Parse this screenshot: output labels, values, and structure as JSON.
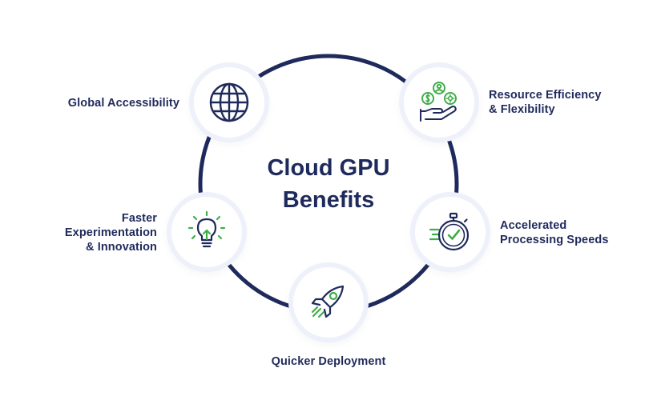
{
  "title": {
    "line1": "Cloud GPU",
    "line2": "Benefits"
  },
  "benefits": [
    {
      "icon": "globe-icon",
      "lines": [
        "Global Accessibility"
      ]
    },
    {
      "icon": "hand-resources-icon",
      "lines": [
        "Resource Efficiency",
        "& Flexibility"
      ]
    },
    {
      "icon": "stopwatch-icon",
      "lines": [
        "Accelerated",
        "Processing Speeds"
      ]
    },
    {
      "icon": "rocket-icon",
      "lines": [
        "Quicker Deployment"
      ]
    },
    {
      "icon": "lightbulb-icon",
      "lines": [
        "Faster",
        "Experimentation",
        "& Innovation"
      ]
    }
  ],
  "colors": {
    "navy": "#1f2a5c",
    "green": "#3fae49",
    "halo": "#eef1fa"
  }
}
